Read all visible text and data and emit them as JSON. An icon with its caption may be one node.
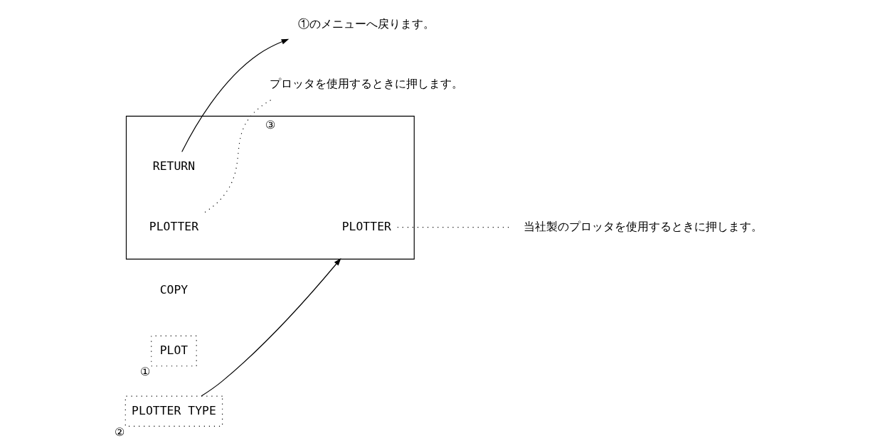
{
  "diagram": {
    "nodes": [
      {
        "text": [
          "③"
        ]
      },
      {
        "text": [
          "PLOTTER"
        ],
        "in": 0
      },
      {
        "text": [
          "PLOTTER"
        ],
        "in": 0
      },
      {
        "text": [
          "RETURN"
        ],
        "in": 0
      },
      {
        "text": [
          "PLOT"
        ],
        "beside": [
          "①"
        ]
      },
      {
        "text": [
          "PLOTTER TYPE"
        ],
        "beside": [
          "②"
        ]
      },
      {
        "text": [
          "当社製のプロッタを使用するときに押します。"
        ]
      },
      {
        "text": [
          "プロッタを使用するときに押します。"
        ]
      },
      {
        "text": [
          "①のメニューへ戻ります。"
        ]
      }
    ],
    "edges": [
      {
        "from": 5,
        "to": 0,
        "arrow": "to"
      },
      {
        "from": 1,
        "to": 6,
        "arrow": "none",
        "style": "dashed"
      },
      {
        "from": 2,
        "to": 7,
        "arrow": "none",
        "style": "dashed"
      },
      {
        "from": 3,
        "to": 8,
        "arrow": "to"
      }
    ],
    "labels": [
      "COPY"
    ]
  }
}
